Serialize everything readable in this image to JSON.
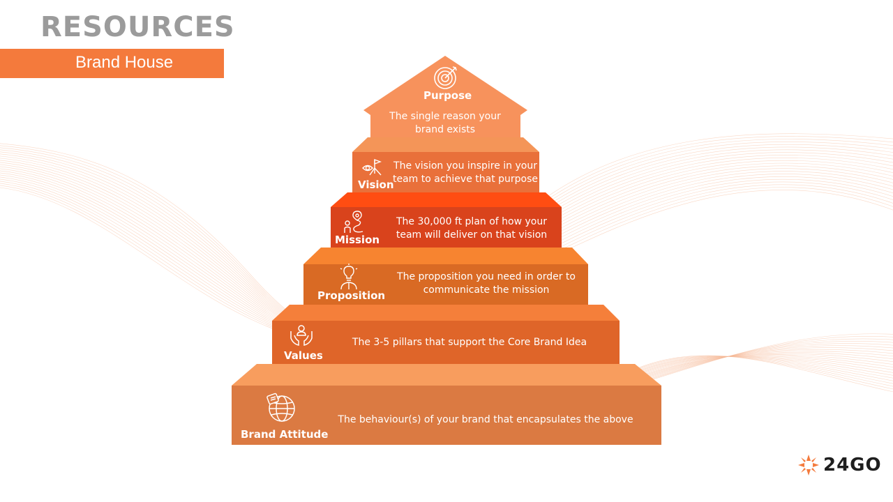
{
  "header": {
    "title": "RESOURCES",
    "subtitle": "Brand House"
  },
  "brand_house": {
    "purpose": {
      "label": "Purpose",
      "description_line1": "The single reason your",
      "description_line2": "brand exists",
      "icon": "target-icon"
    },
    "vision": {
      "label": "Vision",
      "description_line1": "The vision you inspire in your",
      "description_line2": "team to achieve that purpose",
      "icon": "eye-flag-icon"
    },
    "mission": {
      "label": "Mission",
      "description_line1": "The 30,000 ft plan of how your",
      "description_line2": "team will deliver on that vision",
      "icon": "roadmap-icon"
    },
    "proposition": {
      "label": "Proposition",
      "description_line1": "The proposition you need in order to",
      "description_line2": "communicate the mission",
      "icon": "lightbulb-person-icon"
    },
    "values": {
      "label": "Values",
      "description_line1": "The 3-5 pillars that support the Core Brand Idea",
      "icon": "hands-person-icon"
    },
    "brand_attitude": {
      "label": "Brand Attitude",
      "description_line1": "The behaviour(s) of your brand that encapsulates the above",
      "icon": "globe-icon"
    }
  },
  "logo": {
    "text": "24GO"
  },
  "colors": {
    "accent": "#f47a3c",
    "title_grey": "#9b9b9b",
    "purpose": "#f7925c",
    "vision": "#e9703a",
    "mission": "#d9431c",
    "proposition": "#e06a25",
    "values": "#e0662a",
    "brand_attitude": "#db7a42"
  }
}
